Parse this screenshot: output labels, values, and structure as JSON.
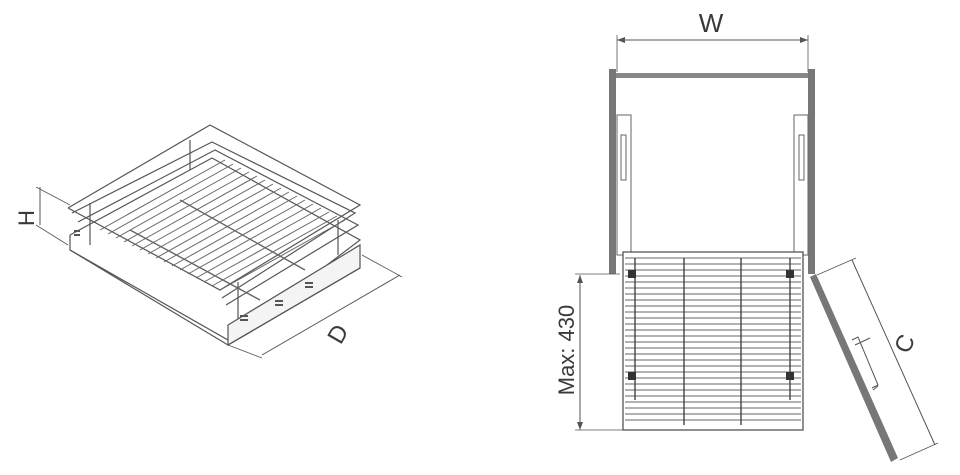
{
  "figure": {
    "left_view": {
      "title": "isometric-view",
      "labels": {
        "height": "H",
        "depth": "D"
      }
    },
    "right_view": {
      "title": "top-view",
      "labels": {
        "width": "W",
        "extension": "Max: 430",
        "door": "C"
      }
    },
    "colors": {
      "line": "#555555",
      "panel": "#777777",
      "background": "#ffffff"
    }
  }
}
